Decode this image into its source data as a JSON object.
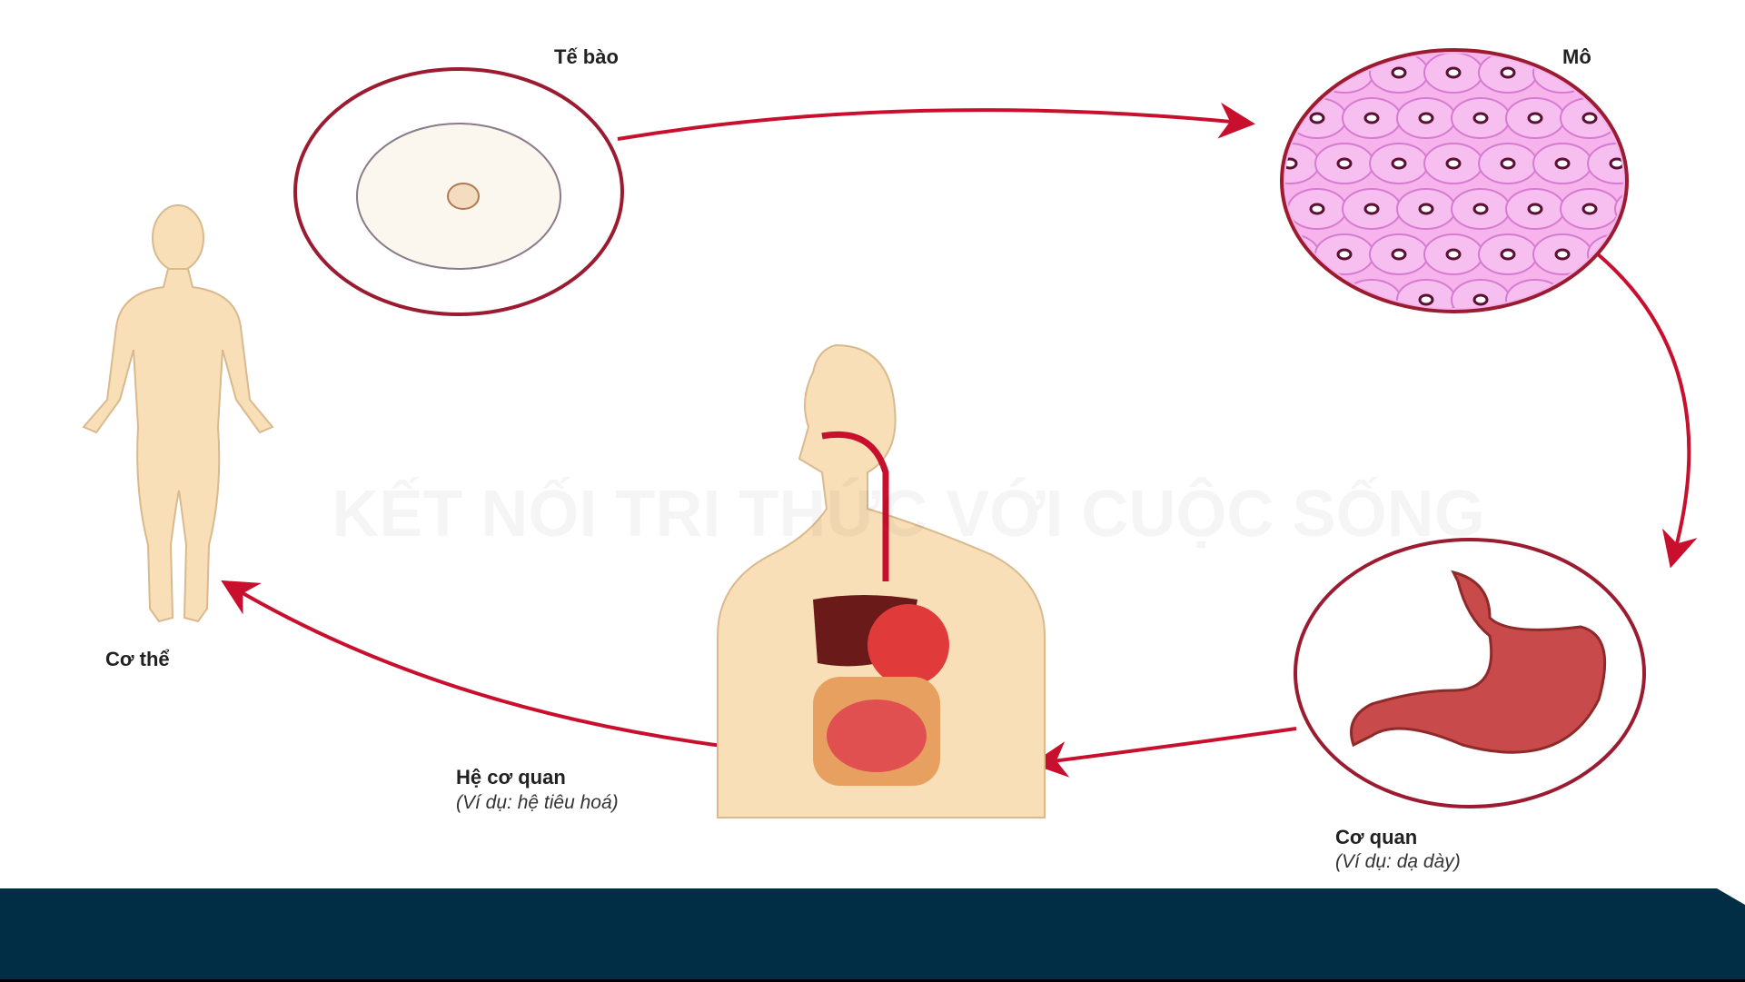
{
  "labels": {
    "cell": "Tế bào",
    "tissue": "Mô",
    "organ": "Cơ quan",
    "organ_example": "(Ví dụ: dạ dày)",
    "organ_system": "Hệ cơ quan",
    "organ_system_example": "(Ví dụ: hệ tiêu hoá)",
    "body": "Cơ thể"
  },
  "watermark": "KẾT NỐI TRI THỨC VỚI CUỘC SỐNG",
  "colors": {
    "arrow": "#c8102e",
    "band": "#012d45",
    "skin": "#f8dfb8",
    "tissue": "#f4a6e6"
  }
}
